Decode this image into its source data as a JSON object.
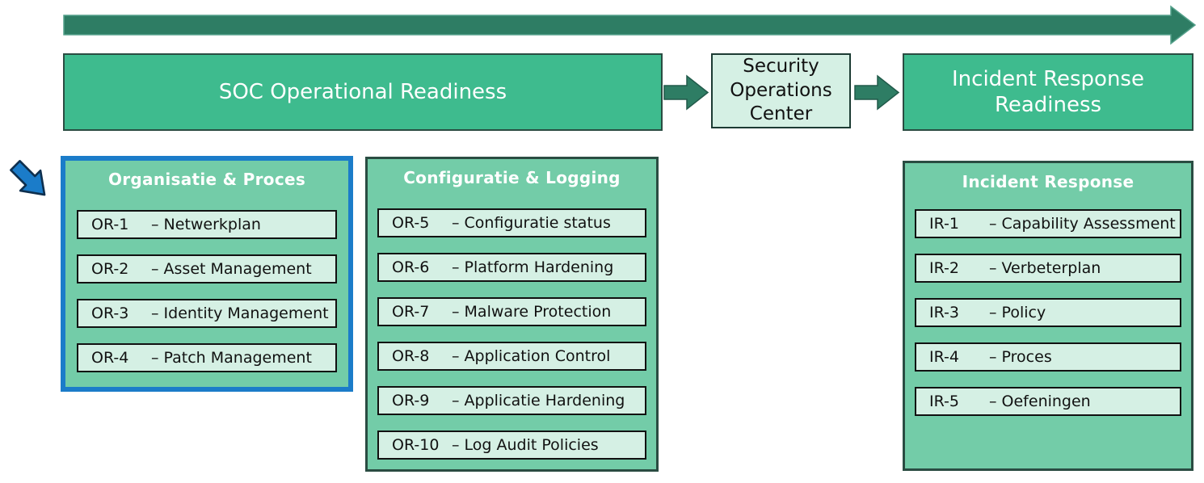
{
  "header_row": {
    "soc_box": "SOC Operational Readiness",
    "soc_center_box": "Security Operations Center",
    "ir_box": "Incident Response Readiness"
  },
  "panels": {
    "organisatie": {
      "title": "Organisatie & Proces",
      "highlighted": true,
      "items": [
        {
          "code": "OR-1",
          "label": "– Netwerkplan"
        },
        {
          "code": "OR-2",
          "label": "– Asset Management"
        },
        {
          "code": "OR-3",
          "label": "– Identity Management"
        },
        {
          "code": "OR-4",
          "label": "– Patch Management"
        }
      ]
    },
    "configuratie": {
      "title": "Configuratie & Logging",
      "items": [
        {
          "code": "OR-5",
          "label": "– Configuratie status"
        },
        {
          "code": "OR-6",
          "label": "– Platform Hardening"
        },
        {
          "code": "OR-7",
          "label": "– Malware Protection"
        },
        {
          "code": "OR-8",
          "label": "– Application Control"
        },
        {
          "code": "OR-9",
          "label": "– Applicatie Hardening"
        },
        {
          "code": "OR-10",
          "label": "– Log Audit Policies"
        }
      ]
    },
    "incident_response": {
      "title": "Incident Response",
      "items": [
        {
          "code": "IR-1",
          "label": "– Capability Assessment"
        },
        {
          "code": "IR-2",
          "label": "– Verbeterplan"
        },
        {
          "code": "IR-3",
          "label": "– Policy"
        },
        {
          "code": "IR-4",
          "label": "– Proces"
        },
        {
          "code": "IR-5",
          "label": "– Oefeningen"
        }
      ]
    }
  },
  "colors": {
    "timeline_dark_green": "#2E7D64",
    "header_box_green": "#3EBB8E",
    "panel_green": "#73CCA8",
    "mint": "#D5F0E4",
    "border_teal": "#2A4C42",
    "item_border": "#111111",
    "highlight_blue": "#1B7CC9"
  }
}
